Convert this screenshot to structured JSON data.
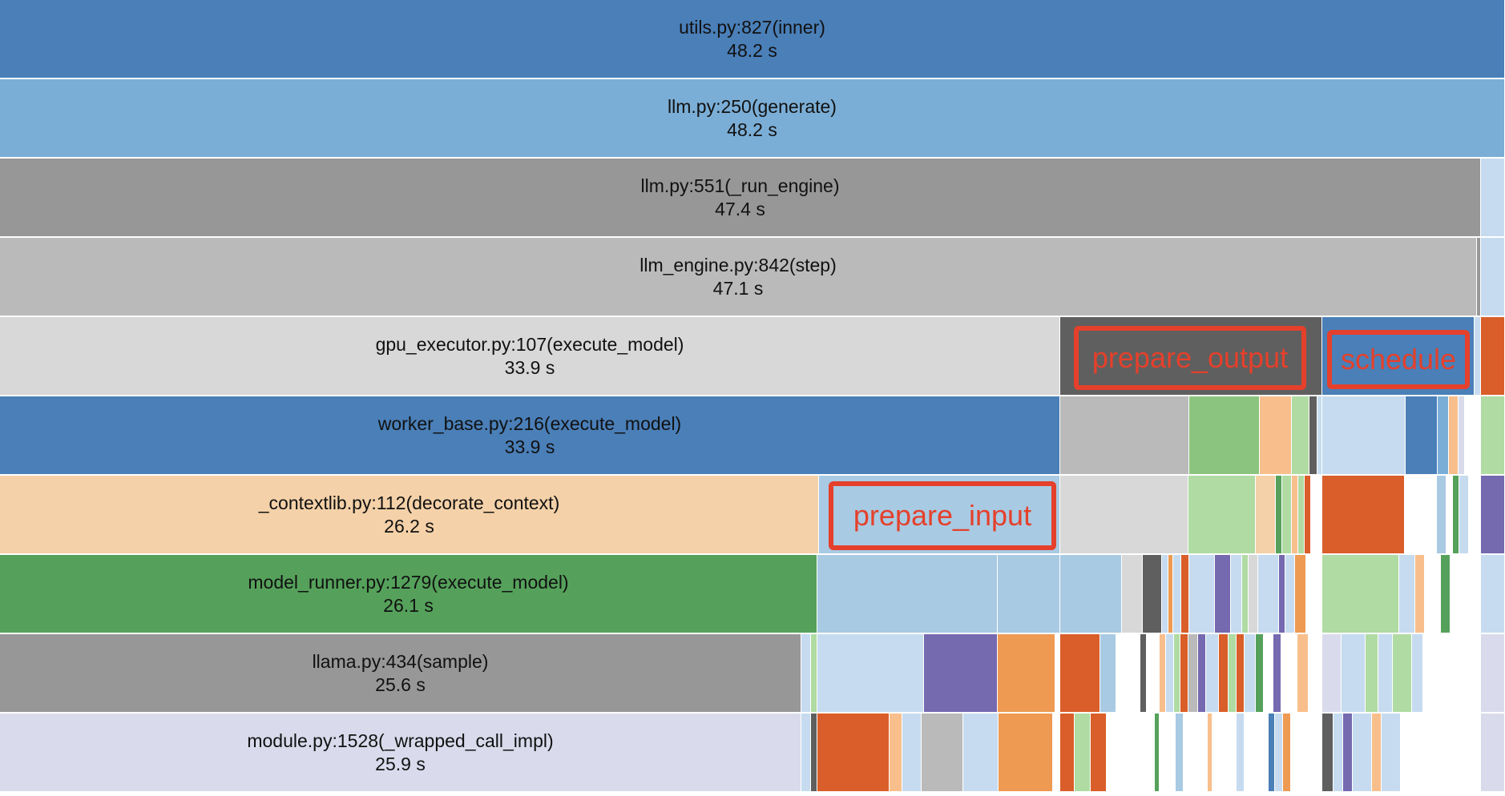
{
  "frames": [
    {
      "name": "utils.py:827(inner)",
      "time": "48.2 s"
    },
    {
      "name": "llm.py:250(generate)",
      "time": "48.2 s"
    },
    {
      "name": "llm.py:551(_run_engine)",
      "time": "47.4 s"
    },
    {
      "name": "llm_engine.py:842(step)",
      "time": "47.1 s"
    },
    {
      "name": "gpu_executor.py:107(execute_model)",
      "time": "33.9 s"
    },
    {
      "name": "worker_base.py:216(execute_model)",
      "time": "33.9 s"
    },
    {
      "name": "_contextlib.py:112(decorate_context)",
      "time": "26.2 s"
    },
    {
      "name": "model_runner.py:1279(execute_model)",
      "time": "26.1 s"
    },
    {
      "name": "llama.py:434(sample)",
      "time": "25.6 s"
    },
    {
      "name": "module.py:1528(_wrapped_call_impl)",
      "time": "25.9 s"
    }
  ],
  "annotations": {
    "prepare_output": "prepare_output",
    "schedule": "schedule",
    "prepare_input": "prepare_input"
  },
  "colors": {
    "steel_blue": "#4a7fb8",
    "light_blue": "#7baed6",
    "pale_blue": "#a9cae3",
    "very_pale_blue": "#c6dbef",
    "dark_gray": "#5f5f5f",
    "mid_gray": "#979797",
    "gray": "#bababa",
    "light_gray": "#d8d8d8",
    "peach": "#f4d1a8",
    "orange": "#ee9a52",
    "light_orange": "#f8bf8c",
    "dark_orange": "#d95e29",
    "green": "#55a15b",
    "light_green": "#8bc47f",
    "pale_green": "#b0dba3",
    "purple": "#7569b0",
    "lavender": "#d9dbec",
    "annotation_red": "#e5402b"
  }
}
